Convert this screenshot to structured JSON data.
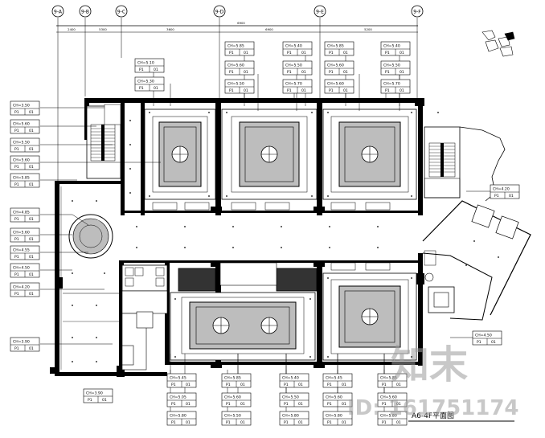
{
  "grid_axes": [
    "9-A",
    "9-B",
    "9-C",
    "9-D",
    "9-E",
    "9-F"
  ],
  "dimensions": [
    "2400",
    "5300",
    "3600",
    "6900",
    "6900",
    "5200"
  ],
  "left_tags": [
    {
      "label": "CH=3.50",
      "r1": "P1",
      "r2": "01"
    },
    {
      "label": "CH=5.60",
      "r1": "P1",
      "r2": "01"
    },
    {
      "label": "CH=5.50",
      "r1": "P1",
      "r2": "01"
    },
    {
      "label": "CH=5.60",
      "r1": "P1",
      "r2": "01"
    },
    {
      "label": "CH=5.85",
      "r1": "P1",
      "r2": "01"
    },
    {
      "label": "CH=4.85",
      "r1": "P1",
      "r2": "01"
    },
    {
      "label": "CH=5.60",
      "r1": "P1",
      "r2": "01"
    },
    {
      "label": "CH=4.55",
      "r1": "P1",
      "r2": "01"
    },
    {
      "label": "CH=4.50",
      "r1": "P1",
      "r2": "01"
    },
    {
      "label": "CH=4.20",
      "r1": "P1",
      "r2": "01"
    },
    {
      "label": "CH=3.90",
      "r1": "P1",
      "r2": "01"
    }
  ],
  "top_tags": [
    {
      "label": "CH=5.10",
      "r1": "P1",
      "r2": "01"
    },
    {
      "label": "CH=5.30",
      "r1": "P1",
      "r2": "01"
    },
    {
      "label": "CH=5.85",
      "r1": "P1",
      "r2": "01"
    },
    {
      "label": "CH=5.60",
      "r1": "P1",
      "r2": "01"
    },
    {
      "label": "CH=5.50",
      "r1": "P1",
      "r2": "01"
    },
    {
      "label": "CH=5.40",
      "r1": "P1",
      "r2": "01"
    },
    {
      "label": "CH=5.50",
      "r1": "P1",
      "r2": "01"
    },
    {
      "label": "CH=5.70",
      "r1": "P1",
      "r2": "01"
    },
    {
      "label": "CH=5.85",
      "r1": "P1",
      "r2": "01"
    },
    {
      "label": "CH=5.60",
      "r1": "P1",
      "r2": "01"
    },
    {
      "label": "CH=5.60",
      "r1": "P1",
      "r2": "01"
    },
    {
      "label": "CH=5.40",
      "r1": "P1",
      "r2": "01"
    },
    {
      "label": "CH=5.50",
      "r1": "P1",
      "r2": "01"
    },
    {
      "label": "CH=5.70",
      "r1": "P1",
      "r2": "01"
    }
  ],
  "right_tags": [
    {
      "label": "CH=4.20",
      "r1": "P1",
      "r2": "01"
    },
    {
      "label": "CH=4.50",
      "r1": "P1",
      "r2": "01"
    }
  ],
  "bottom_tags": [
    {
      "label": "CH=5.45",
      "r1": "P1",
      "r2": "01"
    },
    {
      "label": "CH=5.05",
      "r1": "P1",
      "r2": "01"
    },
    {
      "label": "CH=5.80",
      "r1": "P1",
      "r2": "01"
    },
    {
      "label": "CH=5.85",
      "r1": "P1",
      "r2": "01"
    },
    {
      "label": "CH=5.60",
      "r1": "P1",
      "r2": "01"
    },
    {
      "label": "CH=5.50",
      "r1": "P1",
      "r2": "01"
    },
    {
      "label": "CH=5.40",
      "r1": "P1",
      "r2": "01"
    },
    {
      "label": "CH=5.50",
      "r1": "P1",
      "r2": "01"
    },
    {
      "label": "CH=5.80",
      "r1": "P1",
      "r2": "01"
    },
    {
      "label": "CH=5.45",
      "r1": "P1",
      "r2": "01"
    },
    {
      "label": "CH=5.60",
      "r1": "P1",
      "r2": "01"
    },
    {
      "label": "CH=5.80",
      "r1": "P1",
      "r2": "01"
    },
    {
      "label": "CH=5.85",
      "r1": "P1",
      "r2": "01"
    },
    {
      "label": "CH=5.60",
      "r1": "P1",
      "r2": "01"
    },
    {
      "label": "CH=5.80",
      "r1": "P1",
      "r2": "01"
    }
  ],
  "misc_tags": [
    {
      "label": "CH=3.90",
      "r1": "P1",
      "r2": "01"
    }
  ],
  "drawing_title": "A6-4F平面图",
  "watermark": {
    "brand": "知末",
    "id_text": "ID: 161751174"
  }
}
